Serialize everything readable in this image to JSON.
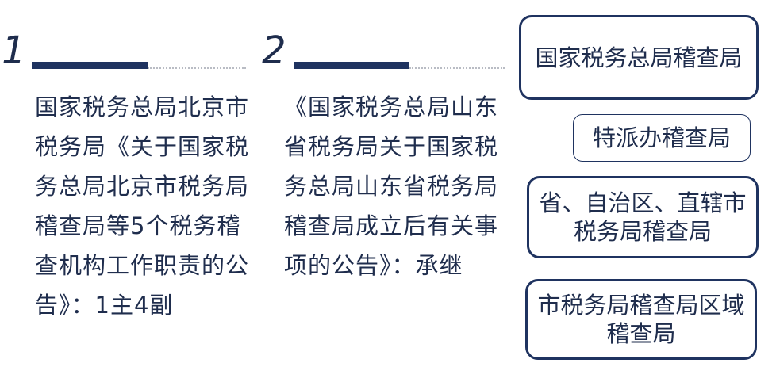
{
  "sections": [
    {
      "number": "1",
      "text": "国家税务总局北京市税务局《关于国家税务总局北京市税务局稽查局等5个税务稽查机构工作职责的公告》：1主4副"
    },
    {
      "number": "2",
      "text": "《国家税务总局山东省税务局关于国家税务总局山东省税务局稽查局成立后有关事项的公告》：承继"
    }
  ],
  "boxes": [
    {
      "label": "国家税务总局稽查局"
    },
    {
      "label": "特派办稽查局"
    },
    {
      "label": "省、自治区、直辖市税务局稽查局"
    },
    {
      "label": "市税务局稽查局区域稽查局"
    }
  ],
  "colors": {
    "primary": "#1f3360",
    "text": "#1f2d4d",
    "dotted": "#b9bcc4"
  }
}
